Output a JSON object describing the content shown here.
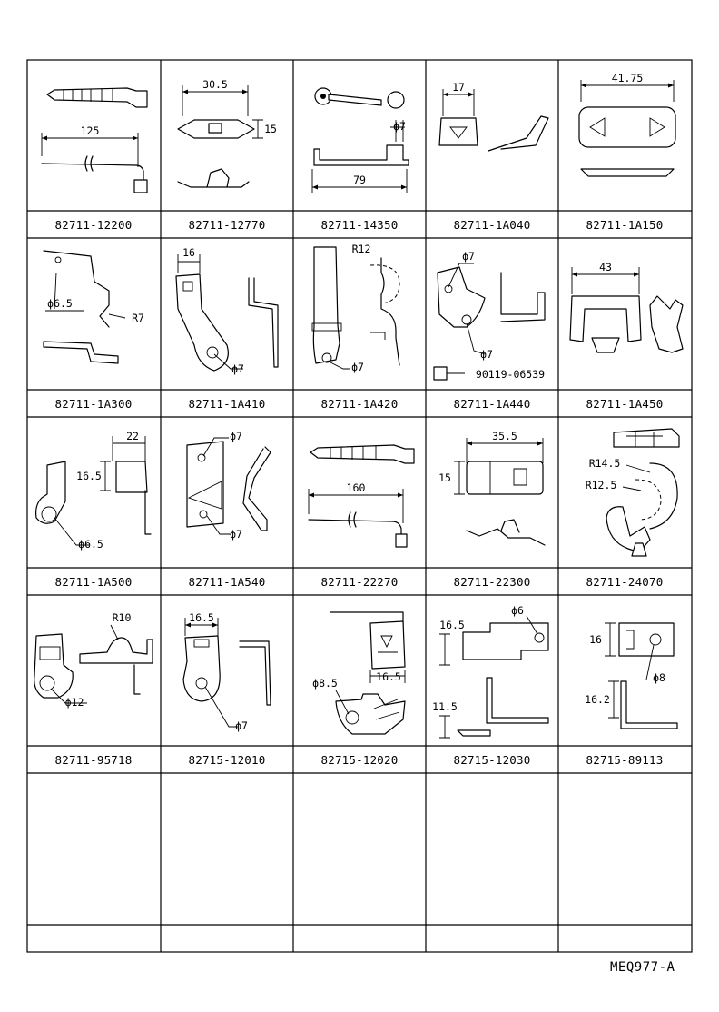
{
  "sheet": {
    "code": "MEQ977-A",
    "part_numbers": [
      [
        "82711-12200",
        "82711-12770",
        "82711-14350",
        "82711-1A040",
        "82711-1A150"
      ],
      [
        "82711-1A300",
        "82711-1A410",
        "82711-1A420",
        "82711-1A440",
        "82711-1A450"
      ],
      [
        "82711-1A500",
        "82711-1A540",
        "82711-22270",
        "82711-22300",
        "82711-24070"
      ],
      [
        "82711-95718",
        "82715-12010",
        "82715-12020",
        "82715-12030",
        "82715-89113"
      ],
      [
        "",
        "",
        "",
        "",
        ""
      ]
    ],
    "dimensions": {
      "c0_0": [
        "125"
      ],
      "c0_1": [
        "30.5",
        "15"
      ],
      "c0_2": [
        "ϕ7",
        "79"
      ],
      "c0_3": [
        "17"
      ],
      "c0_4": [
        "41.75"
      ],
      "c1_0": [
        "ϕ6.5",
        "R7"
      ],
      "c1_1": [
        "16",
        "ϕ7"
      ],
      "c1_2": [
        "R12",
        "ϕ7"
      ],
      "c1_3": [
        "ϕ7",
        "ϕ7",
        "90119-06539"
      ],
      "c1_4": [
        "43"
      ],
      "c2_0": [
        "22",
        "16.5",
        "ϕ6.5"
      ],
      "c2_1": [
        "ϕ7",
        "ϕ7"
      ],
      "c2_2": [
        "160"
      ],
      "c2_3": [
        "35.5",
        "15"
      ],
      "c2_4": [
        "R14.5",
        "R12.5"
      ],
      "c3_0": [
        "R10",
        "ϕ12"
      ],
      "c3_1": [
        "16.5",
        "ϕ7"
      ],
      "c3_2": [
        "ϕ8.5",
        "16.5"
      ],
      "c3_3": [
        "ϕ6",
        "16.5",
        "11.5"
      ],
      "c3_4": [
        "16",
        "16.2",
        "ϕ8"
      ]
    }
  }
}
